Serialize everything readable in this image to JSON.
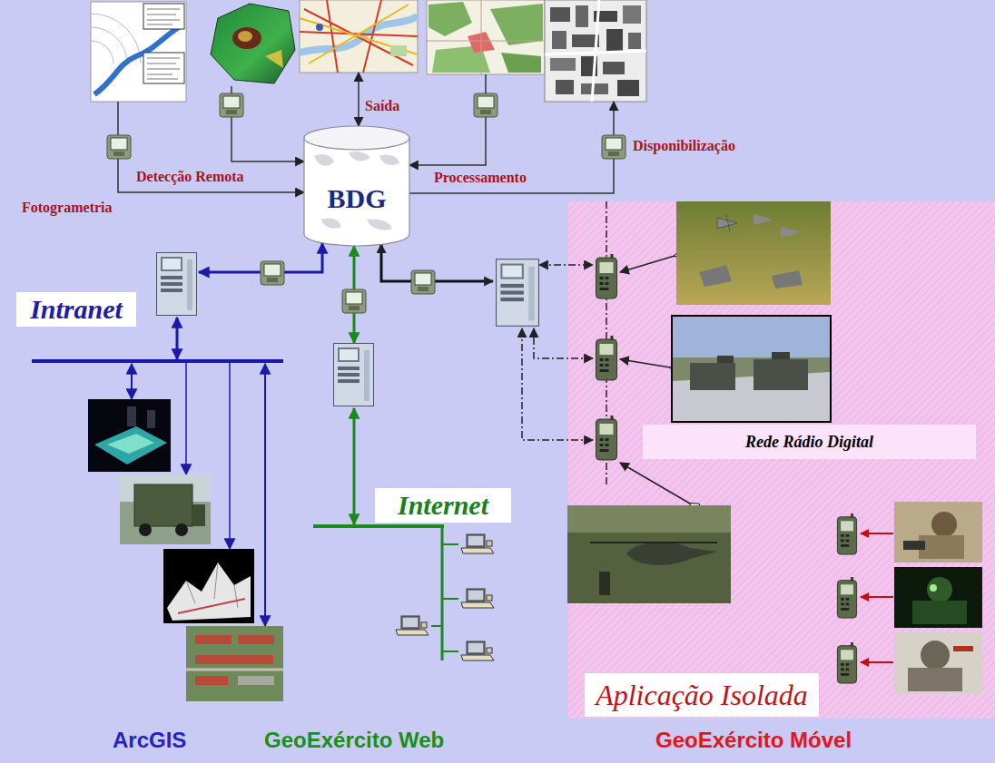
{
  "diagram": {
    "nodes": [
      {
        "text": [
          "BDG"
        ]
      },
      {
        "text": [
          "Intranet"
        ]
      },
      {
        "text": [
          "Internet"
        ]
      },
      {
        "text": [
          "Rede Rádio Digital"
        ]
      },
      {
        "text": [
          "Aplicação Isolada"
        ]
      }
    ],
    "labels": [
      "Saída",
      "Detecção Remota",
      "Fotogrametria",
      "Processamento",
      "Disponibilização",
      "ArcGIS",
      "GeoExército Web",
      "GeoExército Móvel"
    ]
  }
}
